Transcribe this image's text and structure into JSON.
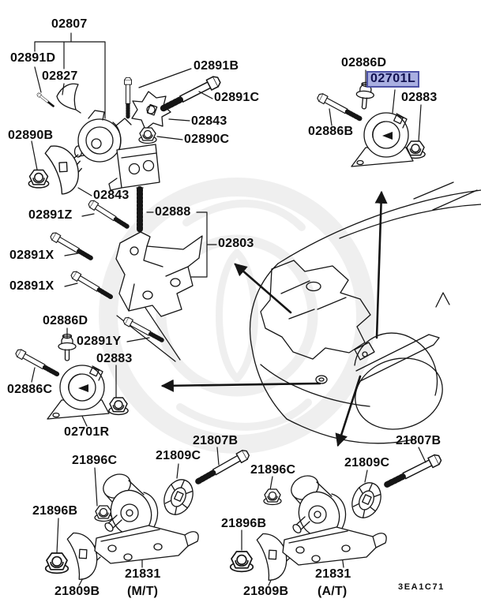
{
  "diagram": {
    "type": "parts-exploded-diagram",
    "subject": "engine mounting",
    "code": "3EA1C71",
    "selected_part": "02701L",
    "highlight_fill": "#a9afe1",
    "highlight_border": "#4d52a5",
    "line_color": "#151515",
    "background": "#ffffff"
  },
  "labels": {
    "p02807": "02807",
    "p02891d": "02891D",
    "p02827": "02827",
    "p02891b": "02891B",
    "p02891c": "02891C",
    "p02843": "02843",
    "p02890c": "02890C",
    "p02890b": "02890B",
    "p02891z": "02891Z",
    "p02888": "02888",
    "p02803": "02803",
    "p02891x": "02891X",
    "p02886d": "02886D",
    "p02891y": "02891Y",
    "p02883": "02883",
    "p02886c": "02886C",
    "p02701r": "02701R",
    "p02886b": "02886B",
    "p02701l": "02701L",
    "p21807b": "21807B",
    "p21809c": "21809C",
    "p21896c": "21896C",
    "p21896b": "21896B",
    "p21831": "21831",
    "p21809b": "21809B",
    "mt": "(M/T)",
    "at": "(A/T)",
    "code": "3EA1C71"
  }
}
